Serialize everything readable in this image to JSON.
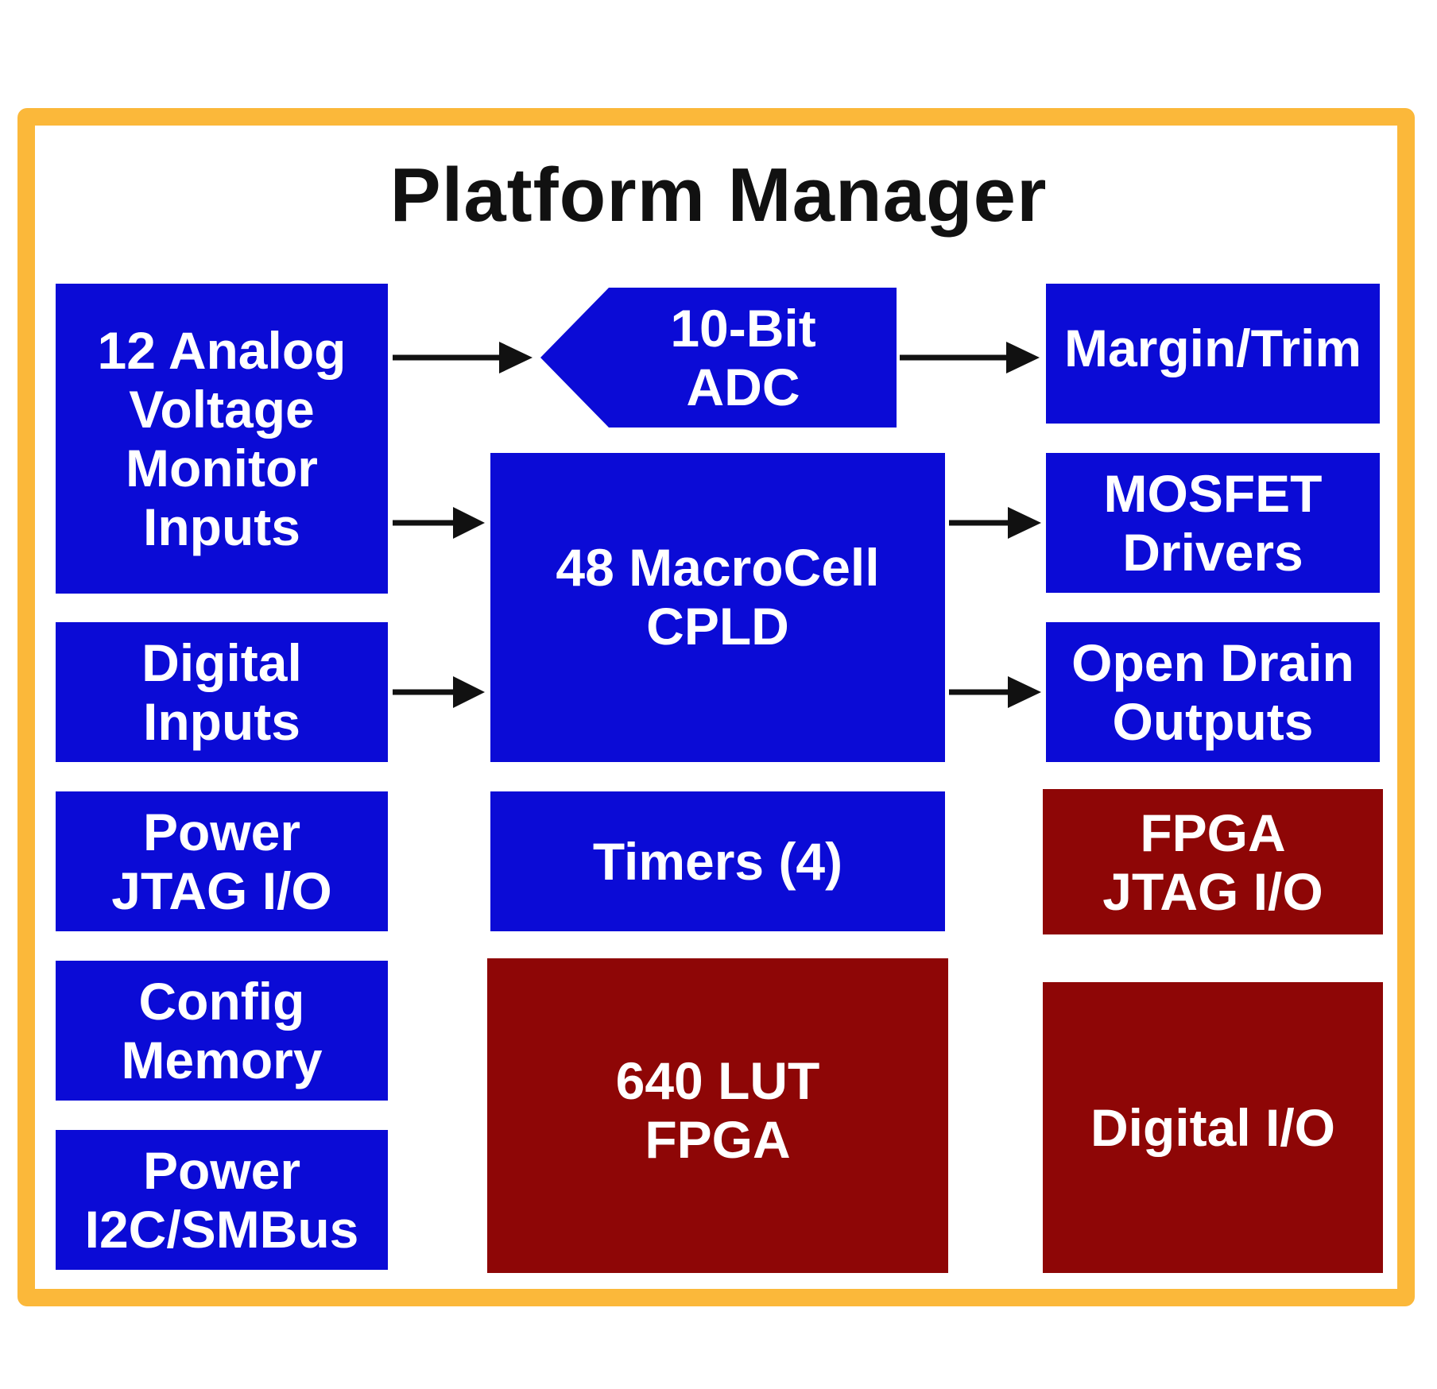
{
  "title": "Platform Manager",
  "colors": {
    "frame": "#fbb83a",
    "blue_block": "#0b0bd6",
    "red_block": "#8e0606",
    "arrow": "#111111"
  },
  "left_column": {
    "analog": "12 Analog\nVoltage\nMonitor\nInputs",
    "digital_inputs": "Digital\nInputs",
    "power_jtag": "Power\nJTAG I/O",
    "config_memory": "Config\nMemory",
    "power_i2c": "Power\nI2C/SMBus"
  },
  "center_column": {
    "adc": "10-Bit\nADC",
    "cpld": "48 MacroCell\nCPLD",
    "timers": "Timers (4)",
    "fpga": "640 LUT\nFPGA"
  },
  "right_column": {
    "margin_trim": "Margin/Trim",
    "mosfet": "MOSFET\nDrivers",
    "open_drain": "Open Drain\nOutputs",
    "fpga_jtag": "FPGA\nJTAG I/O",
    "digital_io": "Digital I/O"
  }
}
